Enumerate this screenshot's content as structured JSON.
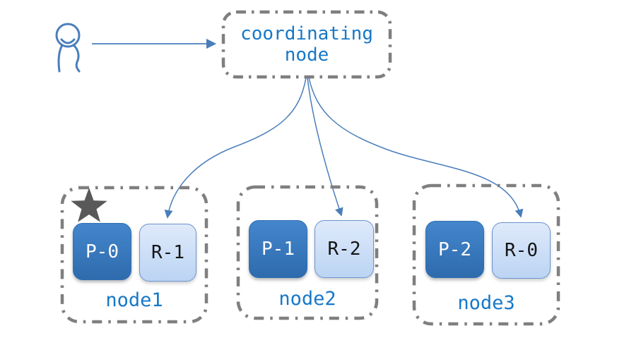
{
  "diagram": {
    "client": {
      "icon": "person-icon"
    },
    "coordinating_node": {
      "label": "coordinating node"
    },
    "nodes": [
      {
        "label": "node1",
        "is_master": true,
        "master_marker_icon": "star-icon",
        "shards": [
          {
            "label": "P-0",
            "type": "primary"
          },
          {
            "label": "R-1",
            "type": "replica"
          }
        ]
      },
      {
        "label": "node2",
        "is_master": false,
        "shards": [
          {
            "label": "P-1",
            "type": "primary"
          },
          {
            "label": "R-2",
            "type": "replica"
          }
        ]
      },
      {
        "label": "node3",
        "is_master": false,
        "shards": [
          {
            "label": "P-2",
            "type": "primary"
          },
          {
            "label": "R-0",
            "type": "replica"
          }
        ]
      }
    ],
    "colors": {
      "arrow_blue": "#4a7ebb",
      "label_blue": "#1778c8",
      "primary_shard_top": "#4486cc",
      "primary_shard_bottom": "#2e6bad",
      "replica_shard_top": "#dfeafb",
      "replica_shard_bottom": "#bbd4f3",
      "replica_border": "#6a93cd",
      "dashed_border_gray": "#7f7f7f",
      "star_gray": "#595959",
      "background": "#ffffff"
    }
  }
}
